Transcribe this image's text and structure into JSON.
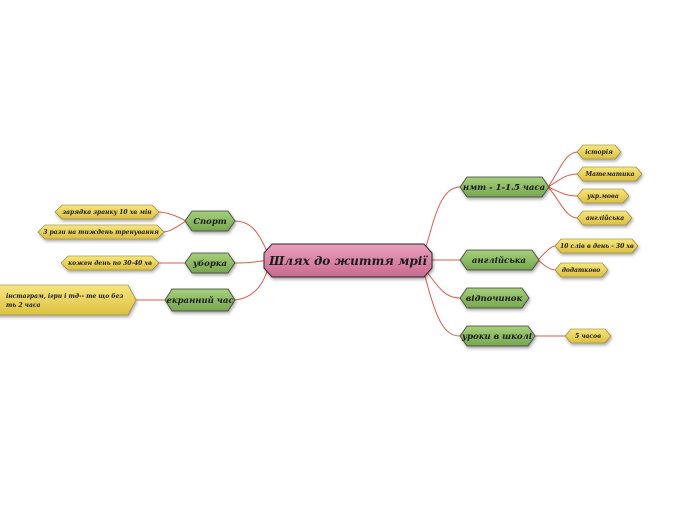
{
  "central": {
    "label": "Шлях до життя мрії"
  },
  "colors": {
    "central_fill": "#d980a0",
    "main_fill": "#8ab860",
    "leaf_fill": "#ecd45a",
    "line": "#e05a4a"
  },
  "branches": {
    "sport": {
      "label": "Спорт",
      "leaves": [
        "зарядка зранку 10 хв мін",
        "3 рази на тиждень тренування"
      ]
    },
    "cleaning": {
      "label": "уборка",
      "leaves": [
        "кожен день по 30-40 хв"
      ]
    },
    "screen": {
      "label": "екранний час",
      "leaves": [
        "інстаграм, ігри і тд-- те що без ть 2 часа"
      ]
    },
    "nmt": {
      "label": "нмт - 1-1.5 часа",
      "leaves": [
        "історія",
        "Математика",
        "укр.мова",
        "англійська"
      ]
    },
    "english": {
      "label": "англійська",
      "leaves": [
        "10 слів в день - 30 хв",
        "додатково"
      ]
    },
    "rest": {
      "label": "відпочинок",
      "leaves": []
    },
    "school": {
      "label": "уроки в школі",
      "leaves": [
        "5 часов"
      ]
    }
  }
}
